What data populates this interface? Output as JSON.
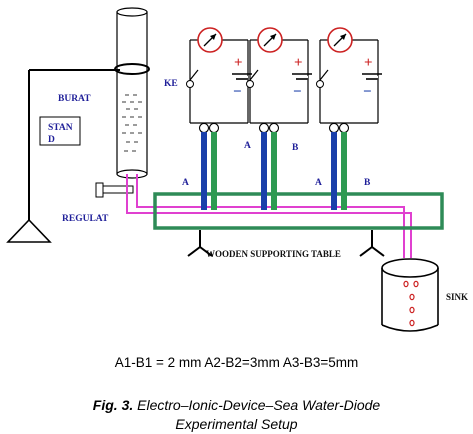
{
  "labels": {
    "burette": "BURAT",
    "stand_line1": "STAN",
    "stand_line2": "D",
    "key": "KE",
    "regulator": "REGULAT",
    "table": "WOODEN SUPPORTING TABLE",
    "sink": "SINK",
    "electrode_a": "A",
    "electrode_b": "B",
    "plus": "+",
    "minus": "−"
  },
  "electrode_spacing": "A1-B1 = 2 mm A2-B2=3mm A3-B3=5mm",
  "caption": {
    "figure_no": "Fig. 3.",
    "title_line1": "Electro–Ionic-Device–Sea Water-Diode",
    "title_line2": "Experimental Setup"
  },
  "colors": {
    "electrode_a": "#1a3faa",
    "electrode_b": "#2e9a52",
    "table_frame": "#2e8b57",
    "tube": "#e040d0",
    "meter_ring": "#cc2222",
    "text": "#1f1f99"
  },
  "icons": [
    "galvanometer-icon",
    "battery-icon",
    "key-switch-icon",
    "burette-icon",
    "water-drops-icon"
  ]
}
